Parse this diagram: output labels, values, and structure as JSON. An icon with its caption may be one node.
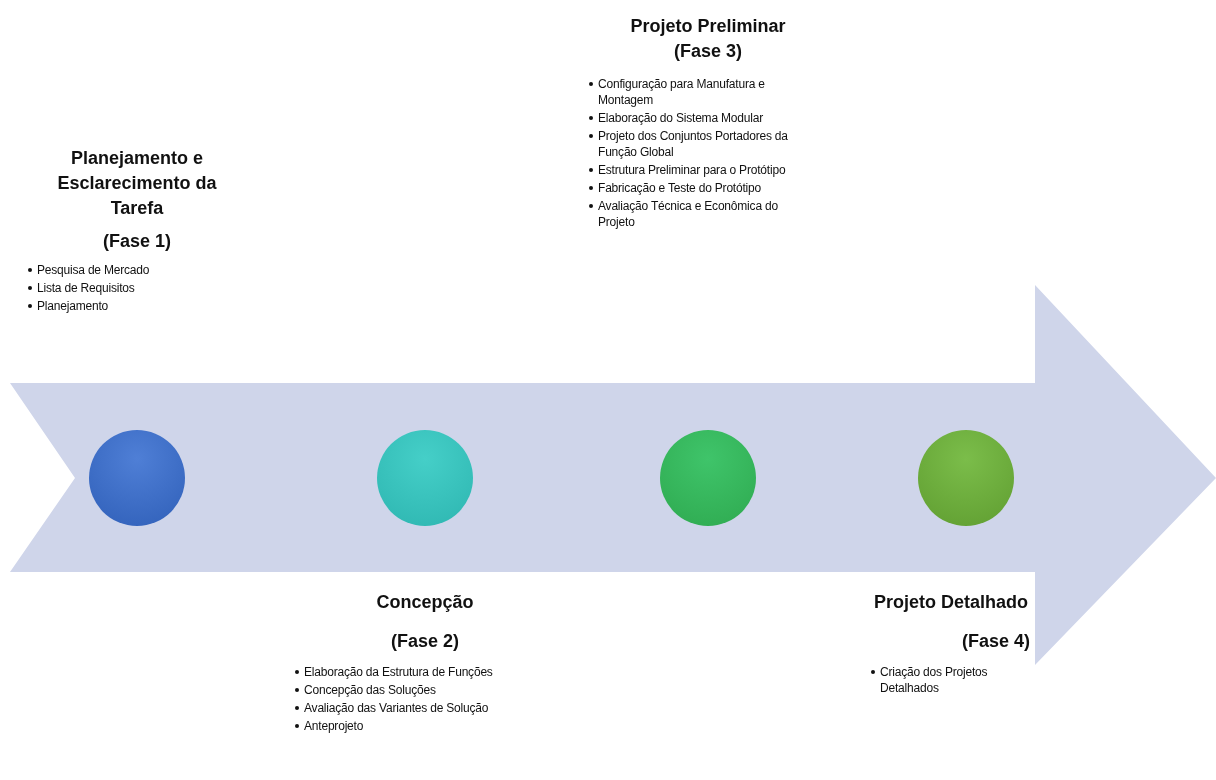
{
  "diagram": {
    "nodes": [
      {
        "text": [
          "Planejamento e Esclarecimento da Tarefa",
          "(Fase 1)",
          "Pesquisa de Mercado",
          "Lista de Requisitos",
          "Planejamento"
        ]
      },
      {
        "text": [
          "Concepção",
          "(Fase 2)",
          "Elaboração da Estrutura de Funções",
          "Concepção das Soluções",
          "Avaliação das Variantes de Solução",
          "Anteprojeto"
        ]
      },
      {
        "text": [
          "Projeto Preliminar (Fase 3)",
          "Configuração para Manufatura e Montagem",
          "Elaboração do Sistema Modular",
          "Projeto dos Conjuntos Portadores da Função Global",
          "Estrutura Preliminar para o Protótipo",
          "Fabricação e Teste do Protótipo",
          "Avaliação Técnica e Econômica do Projeto"
        ]
      },
      {
        "text": [
          "Projeto Detalhado",
          "(Fase 4)",
          "Criação dos Projetos Detalhados"
        ]
      },
      {
        "text": [],
        "shape": "circle"
      },
      {
        "text": [],
        "shape": "circle"
      },
      {
        "text": [],
        "shape": "circle"
      },
      {
        "text": [],
        "shape": "circle"
      }
    ]
  }
}
